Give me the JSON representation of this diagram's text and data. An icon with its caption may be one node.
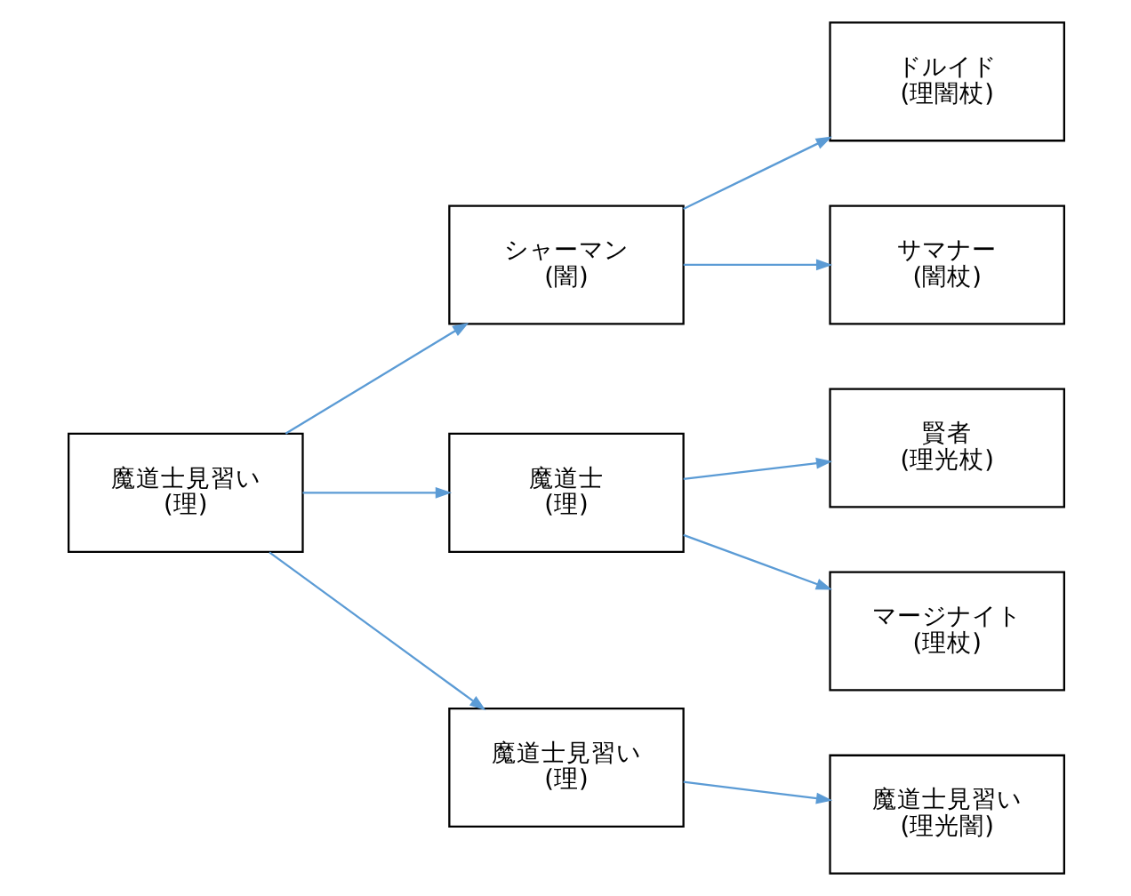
{
  "diagram": {
    "nodes": [
      {
        "text": [
          "魔道士見習い",
          "(理)"
        ]
      },
      {
        "text": [
          "シャーマン",
          "(闇)"
        ]
      },
      {
        "text": [
          "魔道士",
          "(理)"
        ]
      },
      {
        "text": [
          "魔道士見習い",
          "(理)"
        ]
      },
      {
        "text": [
          "ドルイド",
          "(理闇杖)"
        ]
      },
      {
        "text": [
          "サマナー",
          "(闇杖)"
        ]
      },
      {
        "text": [
          "賢者",
          "(理光杖)"
        ]
      },
      {
        "text": [
          "マージナイト",
          "(理杖)"
        ]
      },
      {
        "text": [
          "魔道士見習い",
          "(理光闇)"
        ]
      }
    ],
    "edges": [
      {
        "from": 0,
        "to": 1,
        "arrow": "to",
        "color": "#5b9bd5"
      },
      {
        "from": 0,
        "to": 2,
        "arrow": "to",
        "color": "#5b9bd5"
      },
      {
        "from": 0,
        "to": 3,
        "arrow": "to",
        "color": "#5b9bd5"
      },
      {
        "from": 1,
        "to": 4,
        "arrow": "to",
        "color": "#5b9bd5"
      },
      {
        "from": 1,
        "to": 5,
        "arrow": "to",
        "color": "#5b9bd5"
      },
      {
        "from": 2,
        "to": 6,
        "arrow": "to",
        "color": "#5b9bd5"
      },
      {
        "from": 2,
        "to": 7,
        "arrow": "to",
        "color": "#5b9bd5"
      },
      {
        "from": 3,
        "to": 8,
        "arrow": "to",
        "color": "#5b9bd5"
      }
    ]
  }
}
